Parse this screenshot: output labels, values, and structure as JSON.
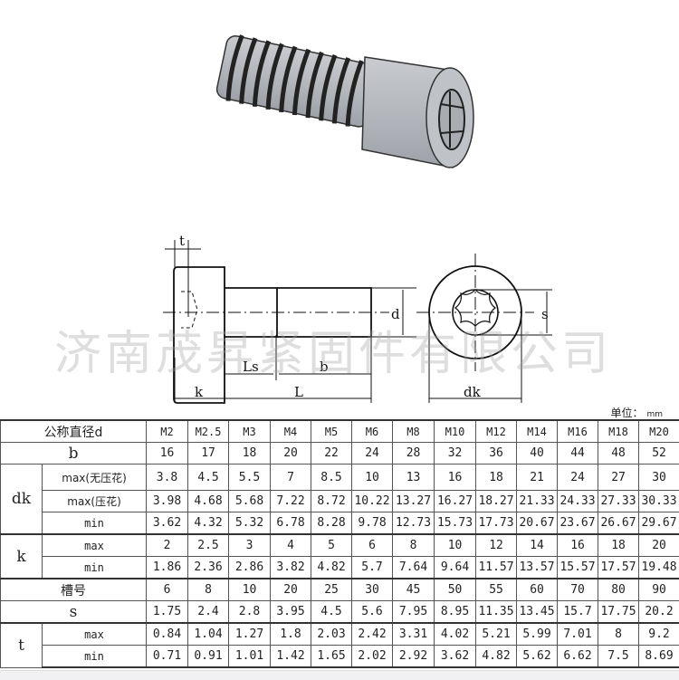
{
  "watermark": "济南茂昇紧固件有限公司",
  "diagram": {
    "labels": {
      "t": "t",
      "d": "d",
      "s": "s",
      "Ls": "Ls",
      "b": "b",
      "k": "k",
      "L": "L",
      "dk": "dk"
    },
    "product": "Torx socket head cap screw"
  },
  "unit": {
    "label": "单位：",
    "value": "mm"
  },
  "table": {
    "header_label": "公称直径d",
    "sizes": [
      "M2",
      "M2.5",
      "M3",
      "M4",
      "M5",
      "M6",
      "M8",
      "M10",
      "M12",
      "M14",
      "M16",
      "M18",
      "M20"
    ],
    "rows": {
      "b": {
        "label": "b",
        "values": [
          "16",
          "17",
          "18",
          "20",
          "22",
          "24",
          "28",
          "32",
          "36",
          "40",
          "44",
          "48",
          "52"
        ]
      },
      "dk": {
        "label": "dk",
        "max_plain": {
          "label": "max(无压花)",
          "values": [
            "3.8",
            "4.5",
            "5.5",
            "7",
            "8.5",
            "10",
            "13",
            "16",
            "18",
            "21",
            "24",
            "27",
            "30"
          ]
        },
        "max_knurled": {
          "label": "max(压花)",
          "values": [
            "3.98",
            "4.68",
            "5.68",
            "7.22",
            "8.72",
            "10.22",
            "13.27",
            "16.27",
            "18.27",
            "21.33",
            "24.33",
            "27.33",
            "30.33"
          ]
        },
        "min": {
          "label": "min",
          "values": [
            "3.62",
            "4.32",
            "5.32",
            "6.78",
            "8.28",
            "9.78",
            "12.73",
            "15.73",
            "17.73",
            "20.67",
            "23.67",
            "26.67",
            "29.67"
          ]
        }
      },
      "k": {
        "label": "k",
        "max": {
          "label": "max",
          "values": [
            "2",
            "2.5",
            "3",
            "4",
            "5",
            "6",
            "8",
            "10",
            "12",
            "14",
            "16",
            "18",
            "20"
          ]
        },
        "min": {
          "label": "min",
          "values": [
            "1.86",
            "2.36",
            "2.86",
            "3.82",
            "4.82",
            "5.7",
            "7.64",
            "9.64",
            "11.57",
            "13.57",
            "15.57",
            "17.57",
            "19.48"
          ]
        }
      },
      "slot": {
        "label": "槽号",
        "values": [
          "6",
          "8",
          "10",
          "20",
          "25",
          "30",
          "45",
          "50",
          "55",
          "60",
          "70",
          "80",
          "90"
        ]
      },
      "s": {
        "label": "s",
        "values": [
          "1.75",
          "2.4",
          "2.8",
          "3.95",
          "4.5",
          "5.6",
          "7.95",
          "8.95",
          "11.35",
          "13.45",
          "15.7",
          "17.75",
          "20.2"
        ]
      },
      "t": {
        "label": "t",
        "max": {
          "label": "max",
          "values": [
            "0.84",
            "1.04",
            "1.27",
            "1.8",
            "2.03",
            "2.42",
            "3.31",
            "4.02",
            "5.21",
            "5.99",
            "7.01",
            "8",
            "9.2"
          ]
        },
        "min": {
          "label": "min",
          "values": [
            "0.71",
            "0.91",
            "1.01",
            "1.42",
            "1.65",
            "2.02",
            "2.92",
            "3.62",
            "4.82",
            "5.62",
            "6.62",
            "7.5",
            "8.69"
          ]
        }
      }
    }
  }
}
